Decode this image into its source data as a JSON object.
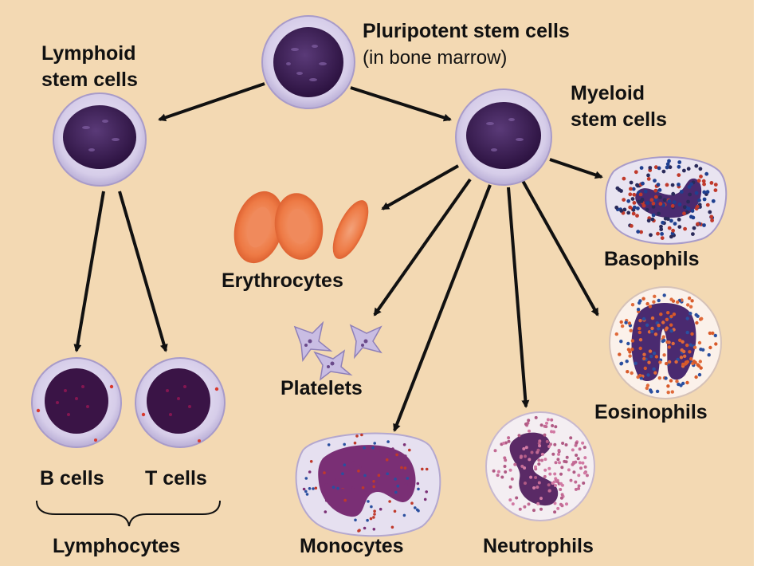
{
  "colors": {
    "background": "#f3d9b3",
    "arrow": "#111111",
    "cell_cytoplasm": "#d8d0ec",
    "nucleus": "#3f1f55",
    "erythrocyte": "#ee7a45",
    "basophil_granule": "#1f3f8f",
    "eosinophil_granule": "#e06a3a",
    "neutrophil_nucleus": "#5a2a66"
  },
  "labels": {
    "pluripotent_title": "Pluripotent stem cells",
    "pluripotent_sub": "(in bone marrow)",
    "lymphoid_line1": "Lymphoid",
    "lymphoid_line2": "stem cells",
    "myeloid_line1": "Myeloid",
    "myeloid_line2": "stem cells",
    "basophils": "Basophils",
    "erythrocytes": "Erythrocytes",
    "platelets": "Platelets",
    "eosinophils": "Eosinophils",
    "b_cells": "B cells",
    "t_cells": "T cells",
    "lymphocytes": "Lymphocytes",
    "monocytes": "Monocytes",
    "neutrophils": "Neutrophils"
  }
}
